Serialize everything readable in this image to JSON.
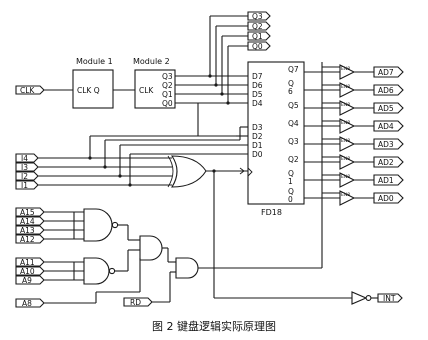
{
  "modules": {
    "module1": {
      "title": "Module 1",
      "pins": "CLK Q"
    },
    "module2": {
      "title": "Module 2",
      "pin_clk": "CLK"
    }
  },
  "chip": {
    "name": "FD18",
    "inputs_upper": [
      "D7",
      "D6",
      "D5",
      "D4"
    ],
    "inputs_lower": [
      "D3",
      "D2",
      "D1",
      "D0"
    ],
    "outputs": [
      "Q7",
      "Q\n6",
      "Q5",
      "Q4",
      "Q3",
      "Q2",
      "Q\n1",
      "Q\n0"
    ]
  },
  "signals": {
    "clk": "CLK",
    "module2_outputs": [
      "Q3",
      "Q2",
      "Q1",
      "Q0"
    ],
    "top_outputs": [
      "Q3",
      "Q2",
      "Q1",
      "Q0"
    ],
    "col_inputs": [
      "I4",
      "I3",
      "I2",
      "I1"
    ],
    "address_a": [
      "A15",
      "A14",
      "A13",
      "A12"
    ],
    "address_b": [
      "A11",
      "A10",
      "A9"
    ],
    "a8": "A8",
    "rd": "RD",
    "int": "INT",
    "enable_label": "EN8",
    "data_outputs": [
      "AD7",
      "AD6",
      "AD5",
      "AD4",
      "AD3",
      "AD2",
      "AD1",
      "AD0"
    ]
  },
  "caption": "图 2 键盘逻辑实际原理图"
}
